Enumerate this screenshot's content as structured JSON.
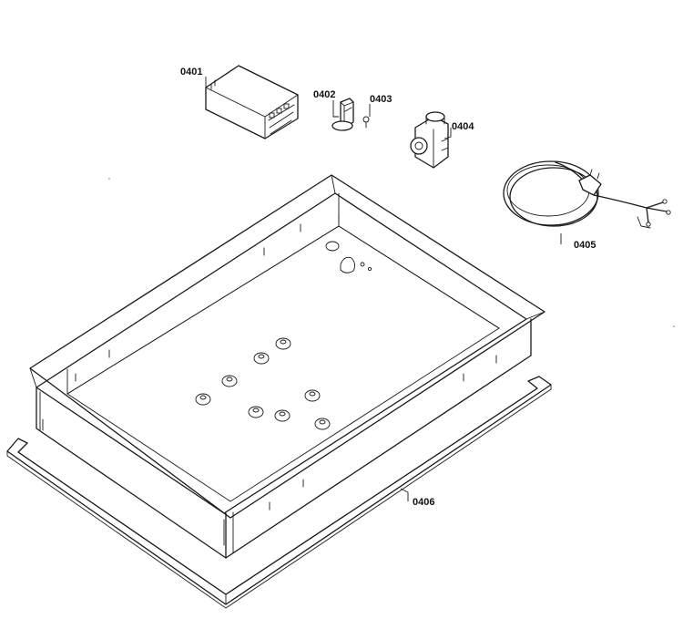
{
  "diagram": {
    "labels": {
      "p0401": "0401",
      "p0402": "0402",
      "p0403": "0403",
      "p0404": "0404",
      "p0405": "0405",
      "p0406": "0406"
    }
  }
}
